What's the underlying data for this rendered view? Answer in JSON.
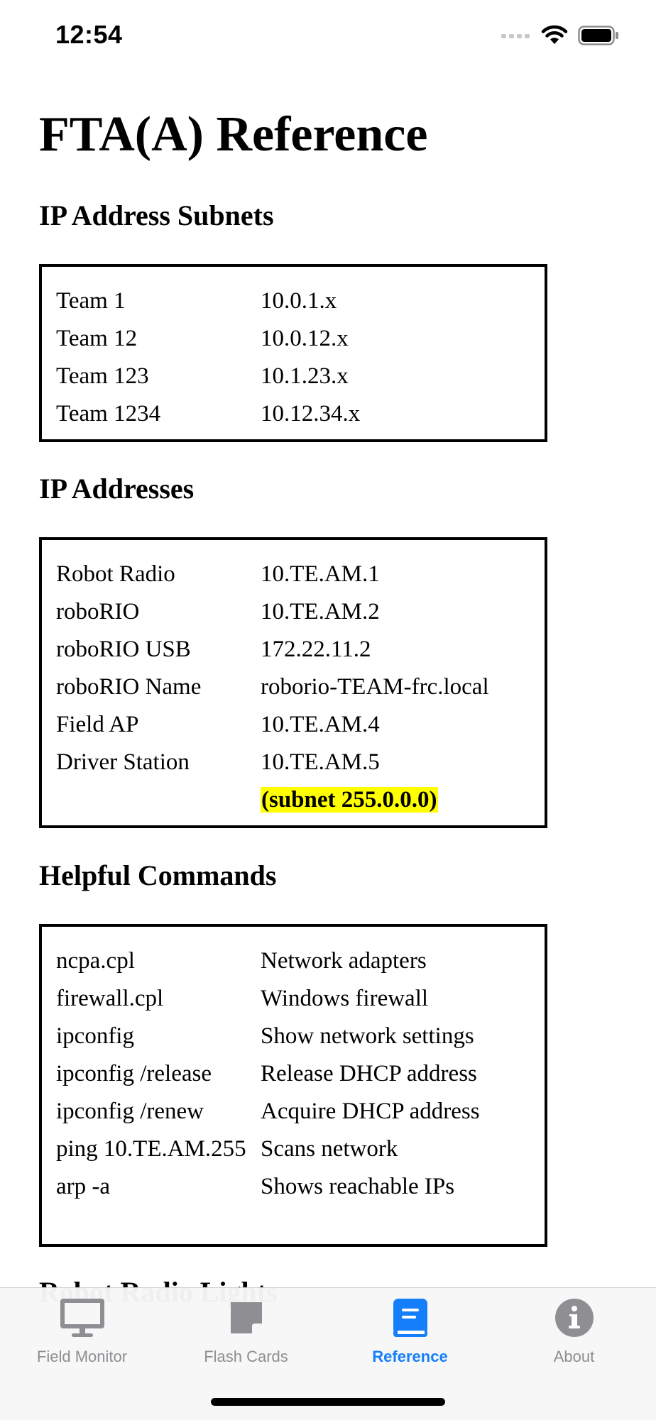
{
  "status_bar": {
    "time": "12:54"
  },
  "page": {
    "title": "FTA(A) Reference"
  },
  "sections": [
    {
      "title": "IP Address Subnets",
      "rows": [
        {
          "key": "Team 1",
          "value": "10.0.1.x"
        },
        {
          "key": "Team 12",
          "value": "10.0.12.x"
        },
        {
          "key": "Team 123",
          "value": "10.1.23.x"
        },
        {
          "key": "Team 1234",
          "value": "10.12.34.x"
        }
      ]
    },
    {
      "title": "IP Addresses",
      "rows": [
        {
          "key": "Robot Radio",
          "value": "10.TE.AM.1"
        },
        {
          "key": "roboRIO",
          "value": "10.TE.AM.2"
        },
        {
          "key": "roboRIO USB",
          "value": "172.22.11.2"
        },
        {
          "key": "roboRIO Name",
          "value": "roborio-TEAM-frc.local"
        },
        {
          "key": "Field AP",
          "value": "10.TE.AM.4"
        },
        {
          "key": "Driver Station",
          "value": "10.TE.AM.5"
        }
      ],
      "highlight_note": "(subnet 255.0.0.0)",
      "highlight_color": "#ffff00"
    },
    {
      "title": "Helpful Commands",
      "rows": [
        {
          "key": "ncpa.cpl",
          "value": "Network adapters"
        },
        {
          "key": "firewall.cpl",
          "value": "Windows firewall"
        },
        {
          "key": "ipconfig",
          "value": "Show network settings"
        },
        {
          "key": "ipconfig /release",
          "value": "Release DHCP address"
        },
        {
          "key": "ipconfig /renew",
          "value": "Acquire DHCP address"
        },
        {
          "key": "ping 10.TE.AM.255",
          "value": "Scans network"
        },
        {
          "key": "arp -a",
          "value": "Shows reachable IPs"
        }
      ]
    }
  ],
  "next_section_peek": "Robot Radio Lights",
  "tab_bar": {
    "active_color": "#147efb",
    "inactive_color": "#8e8e93",
    "tabs": [
      {
        "label": "Field Monitor",
        "icon": "desktop-icon",
        "active": false
      },
      {
        "label": "Flash Cards",
        "icon": "sticky-note-icon",
        "active": false
      },
      {
        "label": "Reference",
        "icon": "book-icon",
        "active": true
      },
      {
        "label": "About",
        "icon": "info-circle-icon",
        "active": false
      }
    ]
  }
}
